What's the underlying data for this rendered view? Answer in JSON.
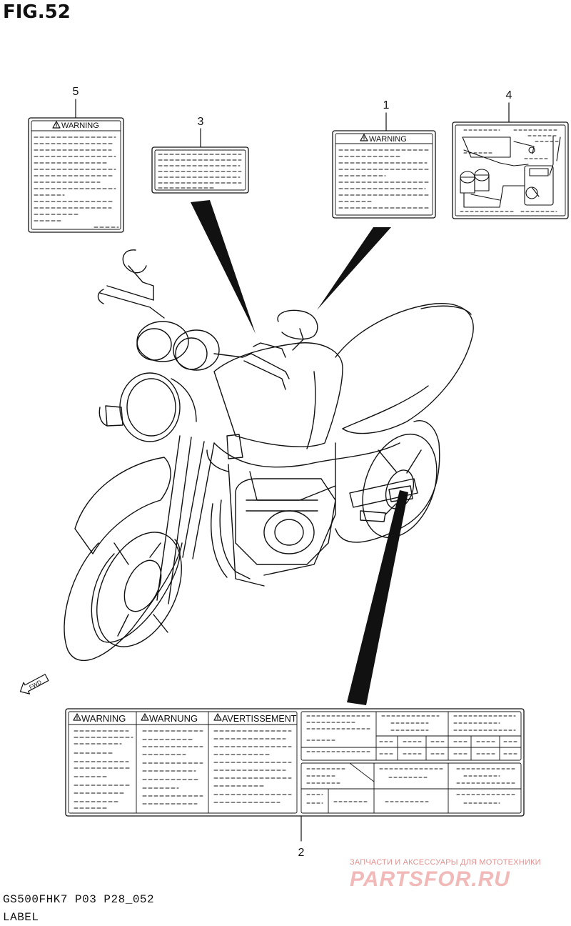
{
  "figure": {
    "title": "FIG.52"
  },
  "callouts": [
    "1",
    "2",
    "3",
    "4",
    "5"
  ],
  "labels": {
    "warning": "WARNING",
    "warnung": "WARNUNG",
    "avertissement": "AVERTISSEMENT",
    "fwd": "FWD"
  },
  "footer": {
    "code": "GS500FHK7  P03 P28_052",
    "name": "LABEL"
  },
  "watermark": {
    "tagline": "ЗАПЧАСТИ И АКСЕССУАРЫ ДЛЯ МОТОТЕХНИКИ",
    "brand": "PARTSFOR.RU"
  },
  "icons": [
    "warning-triangle-icon",
    "forward-arrow-icon"
  ]
}
